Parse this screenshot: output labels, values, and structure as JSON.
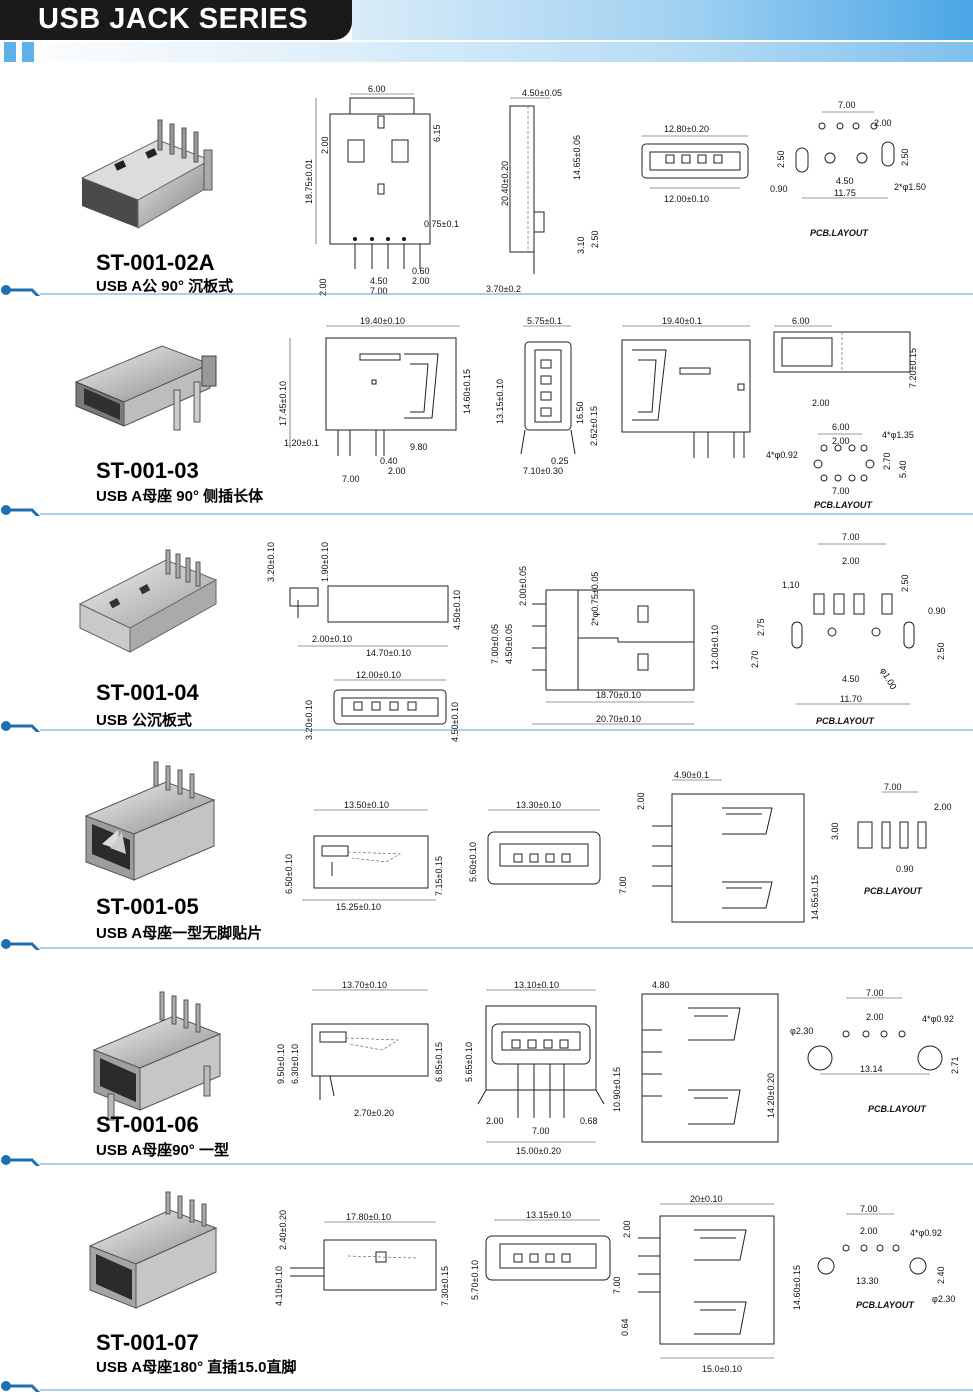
{
  "header": {
    "title": "USB JACK SERIES"
  },
  "colors": {
    "accent": "#1f6fb3",
    "header_dark": "#1a1a1a",
    "header_light": "#9fd0f1"
  },
  "pcb_label": "PCB.LAYOUT",
  "sections": [
    {
      "model": "ST-001-02A",
      "description": "USB A公 90°  沉板式",
      "dims": {
        "a": "6.00",
        "b": "2.00",
        "c": "6.15",
        "d": "18.75±0.01",
        "e": "0.75±0.1",
        "f": "2.00",
        "g": "4.50",
        "h": "7.00",
        "i": "0.60",
        "j": "2.00",
        "k": "4.50±0.05",
        "l": "20.40±0.20",
        "m": "14.65±0.05",
        "n": "3.10",
        "o": "2.50",
        "p": "3.70±0.2",
        "q": "12.80±0.20",
        "r": "12.00±0.10",
        "s": "7.00",
        "t": "2.00",
        "u": "2.50",
        "v": "2.50",
        "w": "4.50",
        "x": "0.90",
        "y": "2*φ1.50",
        "z": "11.75"
      }
    },
    {
      "model": "ST-001-03",
      "description": "USB A母座 90°  侧插长体",
      "dims": {
        "a": "19.40±0.10",
        "b": "17.45±0.10",
        "c": "14.60±0.15",
        "d": "1.20±0.1",
        "e": "9.80",
        "f": "0.40",
        "g": "2.00",
        "h": "7.00",
        "i": "5.75±0.1",
        "j": "13.15±0.10",
        "k": "16.50",
        "l": "2.62±0.15",
        "m": "0.25",
        "n": "7.10±0.30",
        "o": "19.40±0.1",
        "p": "6.00",
        "q": "7.20±0.15",
        "r": "2.00",
        "s": "6.00",
        "t": "2.00",
        "u": "4*φ1.35",
        "v": "4*φ0.92",
        "w": "2.70",
        "x": "5.40",
        "y": "7.00"
      }
    },
    {
      "model": "ST-001-04",
      "description": "USB 公沉板式",
      "dims": {
        "a": "3.20±0.10",
        "b": "1.90±0.10",
        "c": "4.50±0.10",
        "d": "2.00±0.10",
        "e": "14.70±0.10",
        "f": "12.00±0.10",
        "g": "3.20±0.10",
        "h": "4.50±0.10",
        "i": "2.00±0.05",
        "j": "2*φ0.75±0.05",
        "k": "7.00±0.05",
        "l": "4.50±0.05",
        "m": "12.00±0.10",
        "n": "18.70±0.10",
        "o": "20.70±0.10",
        "p": "7.00",
        "q": "2.00",
        "r": "1.10",
        "s": "2.50",
        "t": "0.90",
        "u": "2.75",
        "v": "2.70",
        "w": "2.50",
        "x": "4.50",
        "y": "φ1.00",
        "z": "11.70"
      }
    },
    {
      "model": "ST-001-05",
      "description": "USB A母座一型无脚贴片",
      "dims": {
        "a": "13.50±0.10",
        "b": "6.50±0.10",
        "c": "7.15±0.15",
        "d": "15.25±0.10",
        "e": "13.30±0.10",
        "f": "5.60±0.10",
        "g": "4.90±0.1",
        "h": "2.00",
        "i": "7.00",
        "j": "14.65±0.15",
        "k": "7.00",
        "l": "2.00",
        "m": "3.00",
        "n": "0.90"
      }
    },
    {
      "model": "ST-001-06",
      "description": "USB A母座90°  一型",
      "dims": {
        "a": "13.70±0.10",
        "b": "9.50±0.10",
        "c": "6.30±0.10",
        "d": "6.85±0.15",
        "e": "2.70±0.20",
        "f": "13.10±0.10",
        "g": "5.65±0.10",
        "h": "10.90±0.15",
        "i": "2.00",
        "j": "7.00",
        "k": "0.68",
        "l": "15.00±0.20",
        "m": "4.80",
        "n": "14.20±0.20",
        "o": "7.00",
        "p": "2.00",
        "q": "4*φ0.92",
        "r": "φ2.30",
        "s": "13.14",
        "t": "2.71"
      }
    },
    {
      "model": "ST-001-07",
      "description": "USB A母座180°  直插15.0直脚",
      "dims": {
        "a": "2.40±0.20",
        "b": "17.80±0.10",
        "c": "4.10±0.10",
        "d": "7.30±0.15",
        "e": "13.15±0.10",
        "f": "5.70±0.10",
        "g": "20±0.10",
        "h": "2.00",
        "i": "7.00",
        "j": "0.64",
        "k": "14.60±0.15",
        "l": "15.0±0.10",
        "m": "7.00",
        "n": "2.00",
        "o": "4*φ0.92",
        "p": "13.30",
        "q": "2.40",
        "r": "φ2.30"
      }
    }
  ]
}
